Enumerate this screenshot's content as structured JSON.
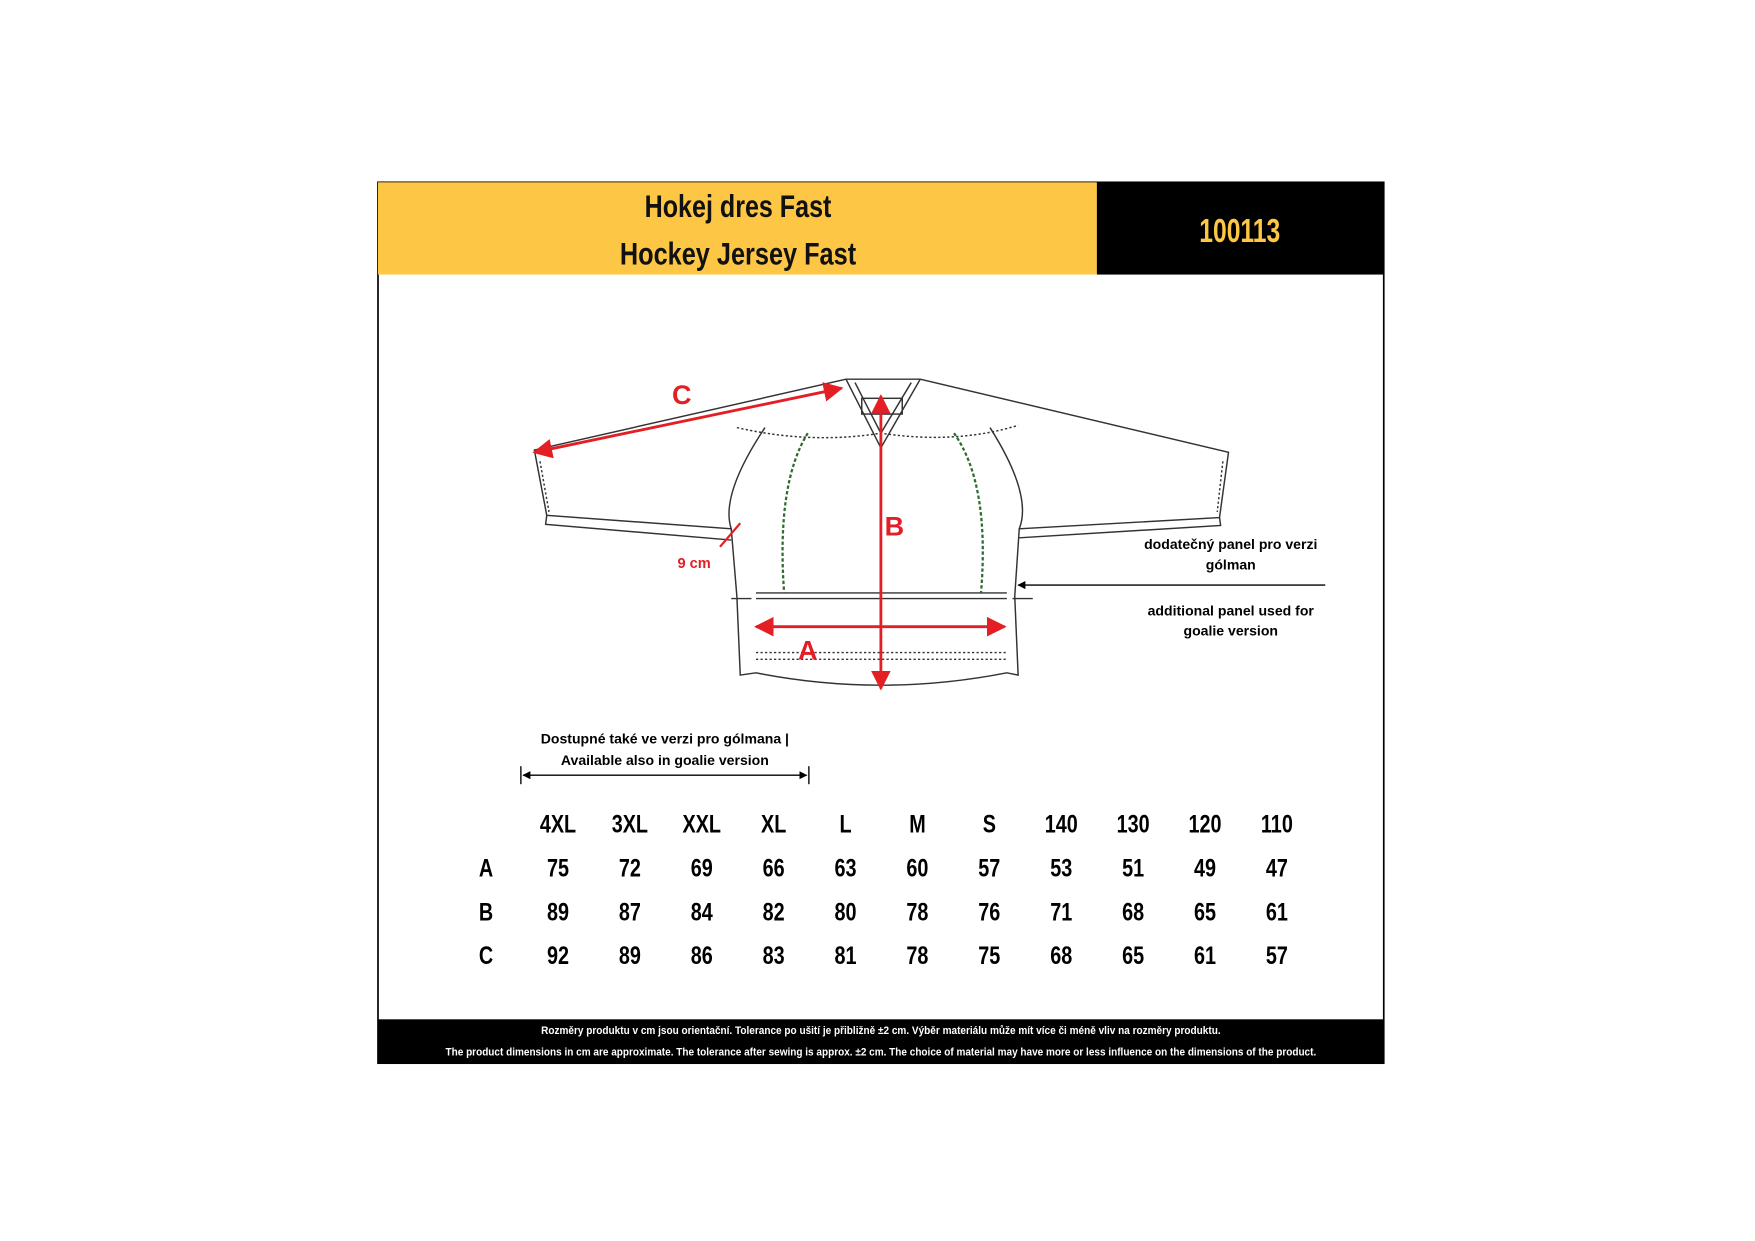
{
  "header": {
    "title_cz": "Hokej dres Fast",
    "title_en": "Hockey Jersey Fast",
    "product_code": "100113"
  },
  "diagram": {
    "label_a": "A",
    "label_b": "B",
    "label_c": "C",
    "cuff_label": "9 cm",
    "goalie_panel_cz": [
      "dodatečný panel pro verzi",
      "gólman"
    ],
    "goalie_panel_en": [
      "additional panel used for",
      "goalie version"
    ],
    "goalie_note": [
      "Dostupné také ve verzi pro gólmana |",
      "Available also in goalie version"
    ]
  },
  "size_table": {
    "sizes": [
      "4XL",
      "3XL",
      "XXL",
      "XL",
      "L",
      "M",
      "S",
      "140",
      "130",
      "120",
      "110"
    ],
    "rows": [
      {
        "label": "A",
        "values": [
          "75",
          "72",
          "69",
          "66",
          "63",
          "60",
          "57",
          "53",
          "51",
          "49",
          "47"
        ]
      },
      {
        "label": "B",
        "values": [
          "89",
          "87",
          "84",
          "82",
          "80",
          "78",
          "76",
          "71",
          "68",
          "65",
          "61"
        ]
      },
      {
        "label": "C",
        "values": [
          "92",
          "89",
          "86",
          "83",
          "81",
          "78",
          "75",
          "68",
          "65",
          "61",
          "57"
        ]
      }
    ]
  },
  "footer": {
    "note_cz": "Rozměry produktu v cm jsou orientační. Tolerance po ušití je přibližně ±2 cm. Výběr materiálu může mít více či méně vliv na rozměry produktu.",
    "note_en": "The product dimensions in cm are approximate. The tolerance after sewing is approx. ±2 cm. The choice of material may have more or less influence on the dimensions of the product."
  },
  "colors": {
    "header_yellow": "#fdc745",
    "black": "#000000",
    "arrow_red": "#e31e24",
    "seam_green": "#2e6b2e"
  }
}
